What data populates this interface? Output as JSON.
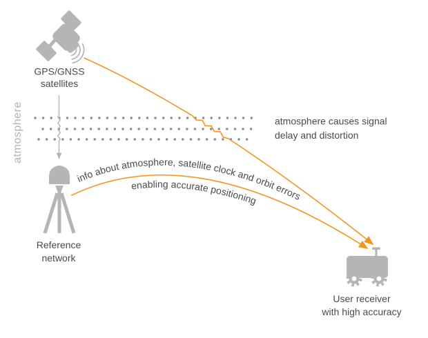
{
  "diagram": {
    "satellite": {
      "line1": "GPS/GNSS",
      "line2": "satellites"
    },
    "atmosphere_band": {
      "side_label": "atmosphere"
    },
    "atmosphere_note": {
      "line1": "atmosphere causes signal",
      "line2": "delay and distortion"
    },
    "reference": {
      "line1": "Reference",
      "line2": "network"
    },
    "receiver": {
      "line1": "User receiver",
      "line2": "with high accuracy"
    },
    "correction_arc": {
      "text_top": "info about atmosphere, satellite clock and orbit errors",
      "text_bottom": "enabling accurate positioning"
    },
    "colors": {
      "accent_orange": "#f7941e",
      "icon_gray": "#b5b5b5",
      "arrow_gray": "#b3b3b3",
      "dot_gray": "#8d8d8d",
      "text_dark": "#4a4a4a"
    },
    "icons": {
      "satellite": "gnss-satellite-icon",
      "signal_waves": "signal-waves-icon",
      "reference_station": "surveying-tripod-icon",
      "receiver_vehicle": "rover-vehicle-icon",
      "receiver_antenna": "antenna-icon",
      "wheels": "gear-wheel-icon"
    }
  }
}
